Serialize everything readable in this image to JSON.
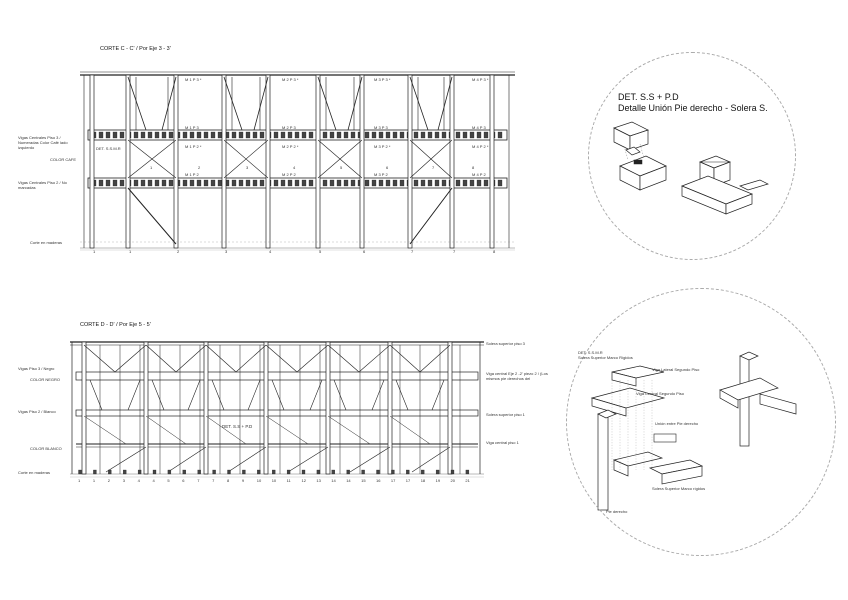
{
  "section_c": {
    "title": "CORTE C - C' / Por Eje 3 - 3'",
    "labels": {
      "vigas_piso3": "Vigas Centrales Piso 3 / Numeradas Color Café lado izquierdo",
      "color_cafe": "COLOR CAFE",
      "vigas_piso2": "Vigas Centrales Piso 2 / No marcadas",
      "corte": "Corte en maderas",
      "det_ssmr": "DET. S.S.M.R"
    },
    "beam_tags_top": [
      "M 1 P 3 *",
      "M 2 P 3 *",
      "M 3 P 3 *",
      "M 4 P 3 *"
    ],
    "beam_tags_p3": [
      "M 1 P 3",
      "M 2 P 3",
      "M 3 P 3",
      "M 4 P 3"
    ],
    "beam_tags_p2_upper": [
      "M 1 P 2 *",
      "M 2 P 2 *",
      "M 3 P 2 *",
      "M 4 P 2 *"
    ],
    "beam_tags_p2": [
      "M 1 P 2",
      "M 2 P 2",
      "M 3 P 2",
      "M 4 P 2"
    ],
    "axis_numbers": [
      "1",
      "1",
      "2",
      "3",
      "4",
      "5",
      "6",
      "7",
      "7",
      "8"
    ],
    "bay_numbers": [
      "1",
      "2",
      "3",
      "4",
      "5",
      "6",
      "7",
      "8"
    ]
  },
  "section_d": {
    "title": "CORTE D - D' / Por Eje 5 - 5'",
    "labels": {
      "vigas_piso3": "Vigas Piso 3 / Negro",
      "color_negro": "COLOR NEGRO",
      "vigas_piso2": "Vigas Piso 2 / Blanco",
      "color_blanco": "COLOR BLANCO",
      "corte": "Corte en maderas",
      "det_center": "DET. S.S + P.D",
      "solera_p3": "Solera superior piso 3",
      "viga_eje2": "Viga central Eje 2 -2' piezo 2 / (Los mismos pie derechos del",
      "solera_p1": "Solera superior piso 1",
      "viga_p1": "Viga central piso 1"
    },
    "axis_numbers": [
      "1",
      "1",
      "2",
      "3",
      "4",
      "4",
      "5",
      "6",
      "7",
      "7",
      "8",
      "9",
      "10",
      "10",
      "11",
      "12",
      "13",
      "14",
      "14",
      "15",
      "16",
      "17",
      "17",
      "18",
      "19",
      "20",
      "21"
    ]
  },
  "detail_1": {
    "title_line1": "DET. S.S + P.D",
    "title_line2": "Detalle Unión Pie derecho - Solera S."
  },
  "detail_2": {
    "title_line1": "DET. S.S.M.R",
    "title_line2": "Solera Superior Marco Rígidos",
    "labels": {
      "viga_lateral": "Viga Lateral Segundo Piso",
      "viga_central": "Viga Central Segundo Piso",
      "union": "Unión entre Pie derecho",
      "solera": "Solera Superior Marco rígidos",
      "pie_derecho": "Pie derecho"
    }
  },
  "colors": {
    "line": "#222222",
    "thin": "#555555",
    "circle": "#aaaaaa"
  }
}
